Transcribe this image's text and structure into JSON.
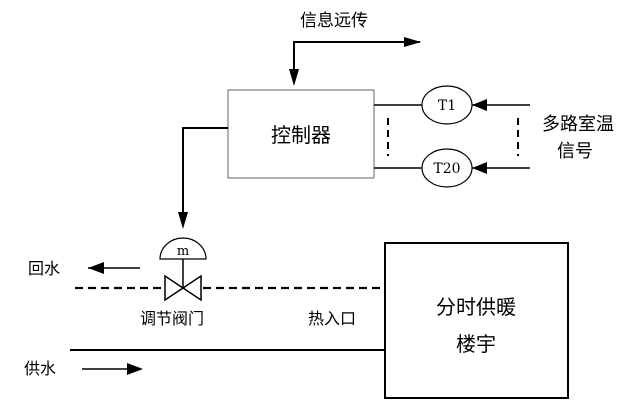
{
  "labels": {
    "remote_transmission": "信息远传",
    "controller": "控制器",
    "sensor_first": "T1",
    "sensor_last": "T20",
    "room_temp_line1": "多路室温",
    "room_temp_line2": "信号",
    "actuator": "m",
    "return_water": "回水",
    "supply_water": "供水",
    "regulating_valve": "调节阀门",
    "heat_inlet": "热入口",
    "building_line1": "分时供暖",
    "building_line2": "楼宇"
  },
  "colors": {
    "stroke": "#000000",
    "controller_border": "#7f7f7f",
    "background": "#ffffff"
  }
}
